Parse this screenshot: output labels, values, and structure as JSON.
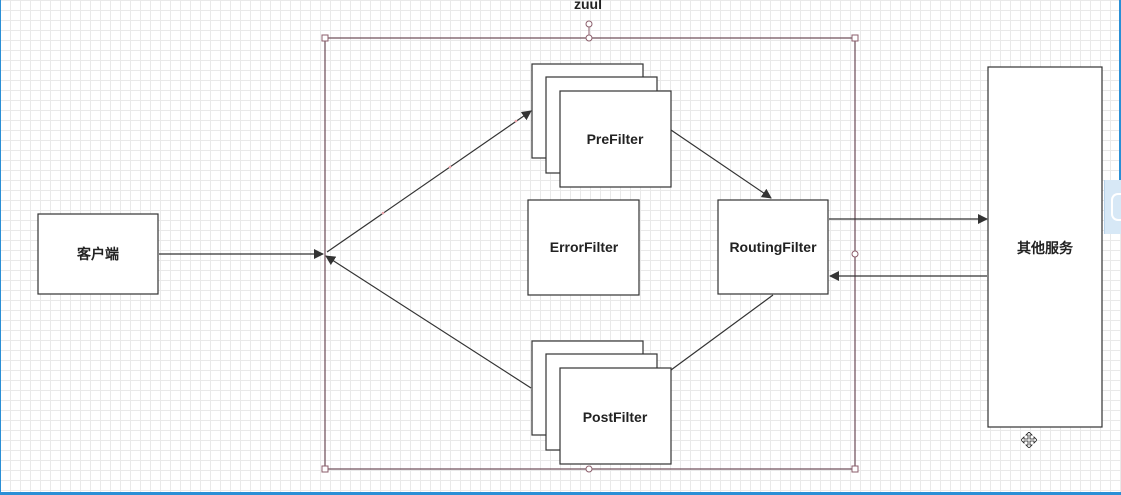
{
  "diagram": {
    "container": {
      "label": "zuul"
    },
    "nodes": {
      "client": "客户端",
      "pre_filter": "PreFilter",
      "error_filter": "ErrorFilter",
      "routing_filter": "RoutingFilter",
      "post_filter": "PostFilter",
      "other_services": "其他服务"
    },
    "edges": [
      {
        "from": "客户端",
        "to": "zuul"
      },
      {
        "from": "zuul",
        "to": "PreFilter"
      },
      {
        "from": "PreFilter",
        "to": "RoutingFilter"
      },
      {
        "from": "RoutingFilter",
        "to": "其他服务"
      },
      {
        "from": "其他服务",
        "to": "RoutingFilter"
      },
      {
        "from": "RoutingFilter",
        "to": "PostFilter"
      },
      {
        "from": "PostFilter",
        "to": "zuul"
      }
    ]
  },
  "colors": {
    "line": "#333333",
    "selection": "#8b5e6b",
    "canvas_border": "#2a8fd6"
  },
  "icons": {
    "side_panel": "panel-toggle-icon",
    "cursor": "move-cursor-icon"
  }
}
